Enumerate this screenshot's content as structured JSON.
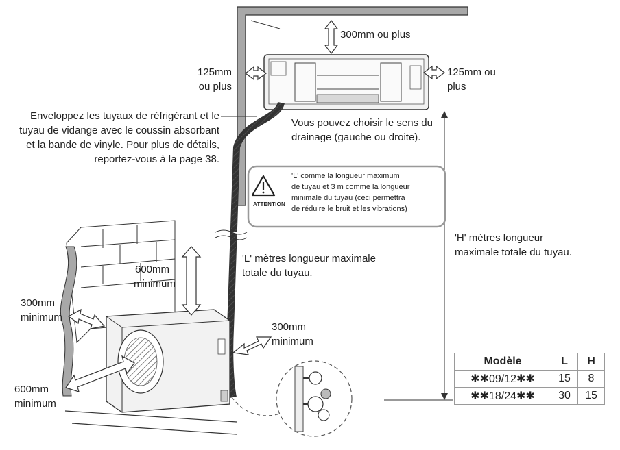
{
  "labels": {
    "top_clearance": "300mm ou plus",
    "left_clearance_line1": "125mm",
    "left_clearance_line2": "ou plus",
    "right_clearance_line1": "125mm ou",
    "right_clearance_line2": "plus",
    "wrap_instruction": [
      "Enveloppez les tuyaux de réfrigérant et le",
      "tuyau de vidange avec le coussin absorbant",
      "et la bande de vinyle. Pour plus de détails,",
      "reportez-vous à la page 38."
    ],
    "drainage_note": [
      "Vous pouvez choisir le sens du",
      "drainage (gauche ou droite)."
    ],
    "h_length": [
      "'H' mètres longueur",
      "maximale totale du tuyau."
    ],
    "l_length": [
      "'L' mètres longueur maximale",
      "totale du tuyau."
    ],
    "outdoor_top_line1": "600mm",
    "outdoor_top_line2": "minimum",
    "outdoor_left_line1": "300mm",
    "outdoor_left_line2": "minimum",
    "outdoor_right_line1": "300mm",
    "outdoor_right_line2": "minimum",
    "outdoor_front_line1": "600mm",
    "outdoor_front_line2": "minimum"
  },
  "notice": {
    "heading": "ATTENTION",
    "icon": "warning-triangle-icon",
    "lines": [
      "'L' comme la longueur maximum",
      "de tuyau et 3 m comme la longueur",
      "minimale du tuyau (ceci permettra",
      "de réduire le bruit et les vibrations)"
    ]
  },
  "spec_table": {
    "headers": [
      "Modèle",
      "L",
      "H"
    ],
    "rows": [
      [
        "✱✱09/12✱✱",
        "15",
        "8"
      ],
      [
        "✱✱18/24✱✱",
        "30",
        "15"
      ]
    ]
  },
  "colors": {
    "line": "#333333",
    "arrow_fill": "#ffffff",
    "wall_fill": "#a8a8a8",
    "unit_fill": "#f2f2f2",
    "table_border": "#9a9a9a"
  }
}
